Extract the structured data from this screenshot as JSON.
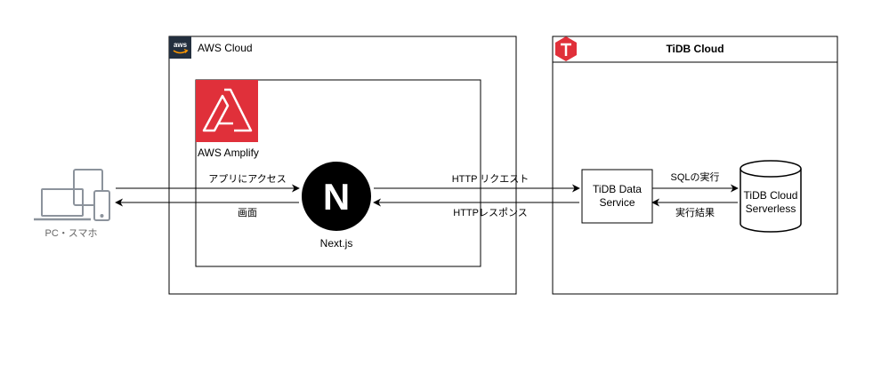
{
  "aws_cloud": {
    "label": "AWS Cloud",
    "logo_text": "aws"
  },
  "tidb_cloud": {
    "label": "TiDB Cloud"
  },
  "amplify": {
    "label": "AWS Amplify"
  },
  "nextjs": {
    "label": "Next.js",
    "logo_letter": "N"
  },
  "client": {
    "label": "PC・スマホ"
  },
  "tidb_data_service": {
    "line1": "TiDB Data",
    "line2": "Service"
  },
  "tidb_serverless": {
    "line1": "TiDB Cloud",
    "line2": "Serverless"
  },
  "edges": {
    "client_to_next": "アプリにアクセス",
    "next_to_client": "画面",
    "next_to_service": "HTTP リクエスト",
    "service_to_next": "HTTPレスポンス",
    "service_to_db": "SQLの実行",
    "db_to_service": "実行結果"
  },
  "colors": {
    "amplify_bg": "#E0303A",
    "tidb_brand": "#E0303A",
    "aws_logo_bg": "#232F3E",
    "client_icon": "#8C939C",
    "stroke": "#000000"
  }
}
